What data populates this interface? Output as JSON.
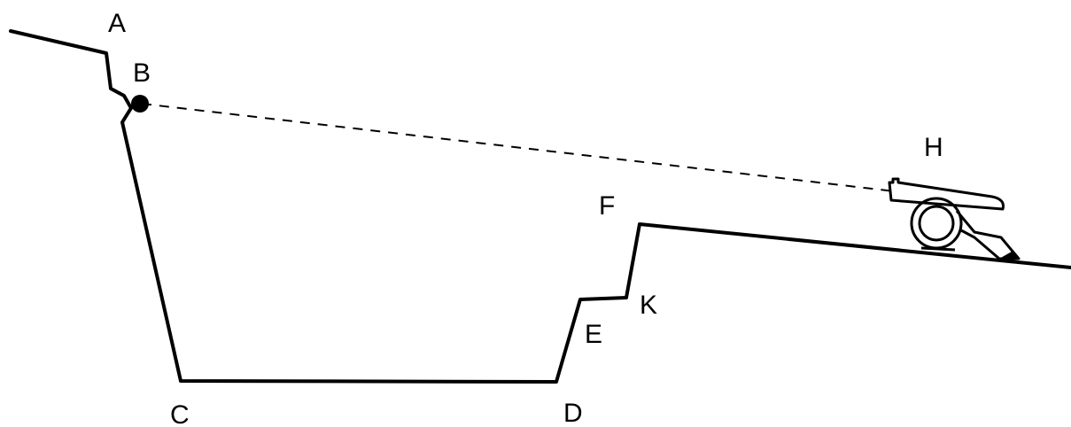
{
  "labels": {
    "a": "A",
    "b": "B",
    "c": "C",
    "d": "D",
    "e": "E",
    "f": "F",
    "h": "H",
    "k": "K"
  },
  "colors": {
    "ink": "#000000",
    "background": "#ffffff"
  },
  "icons": {
    "cannon": "cannon-icon",
    "point_b": "point-marker"
  }
}
